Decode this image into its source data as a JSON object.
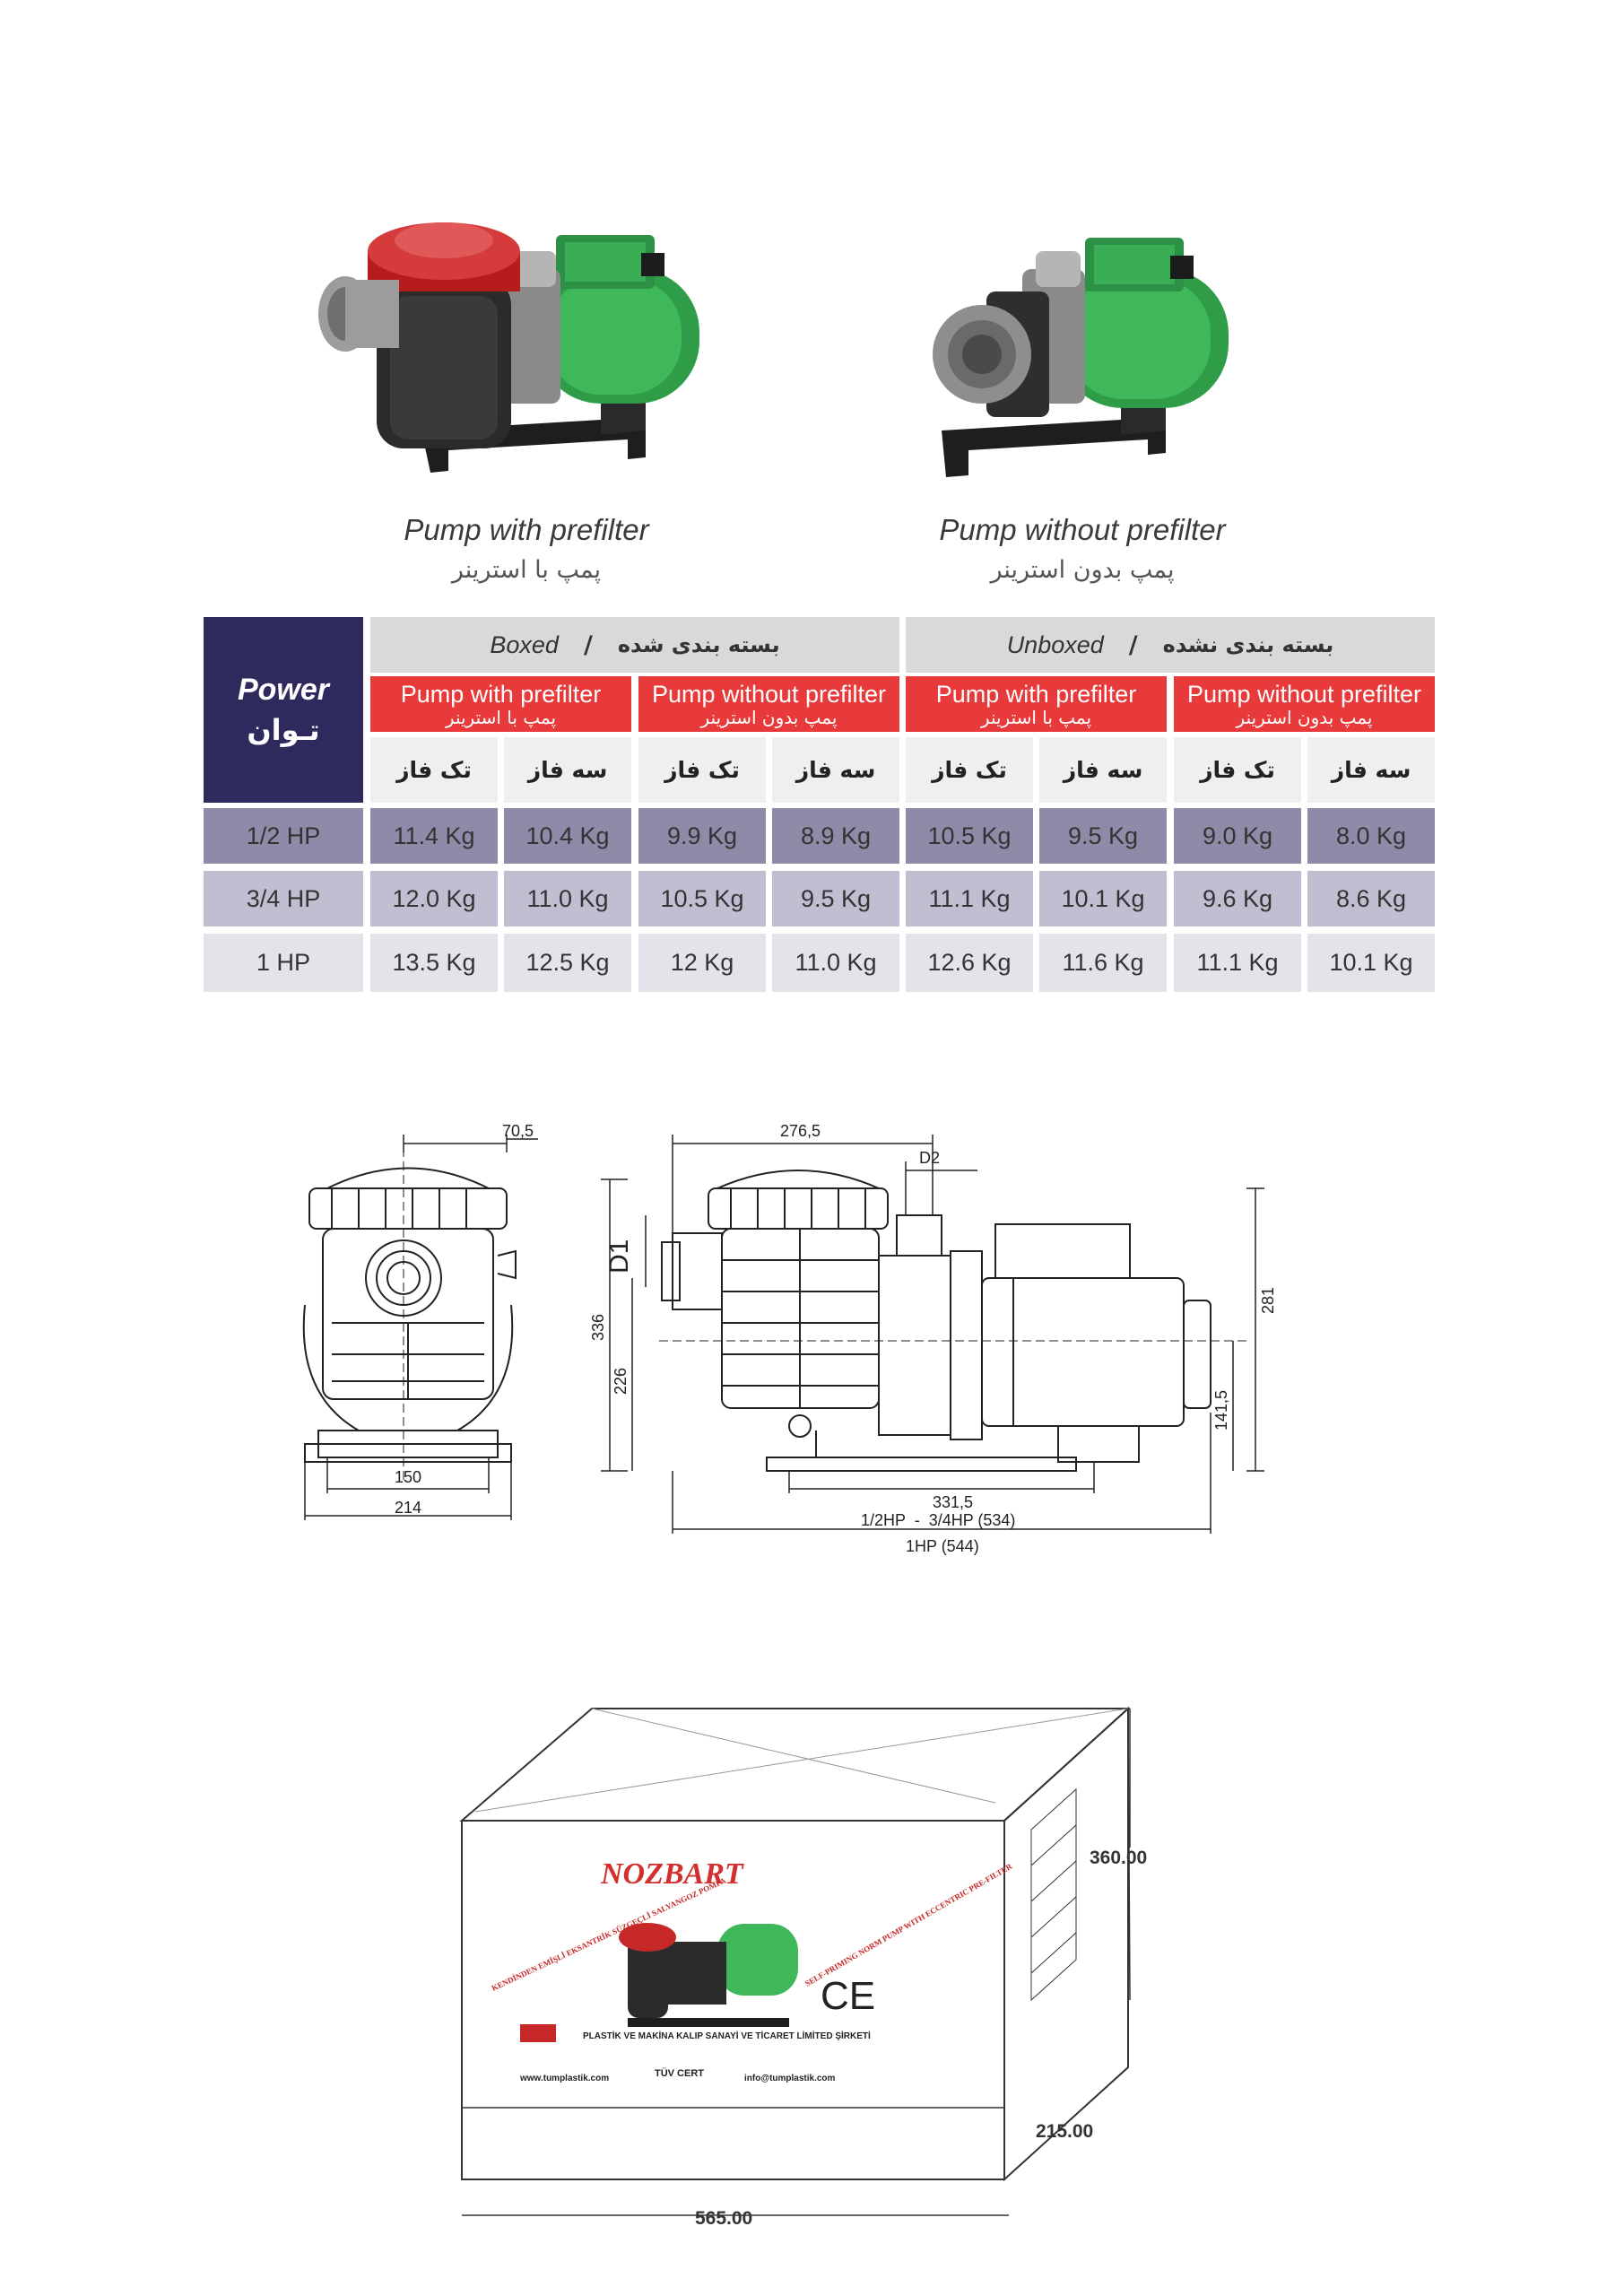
{
  "products": [
    {
      "caption_en": "Pump with prefilter",
      "caption_fa": "پمپ با استرینر"
    },
    {
      "caption_en": "Pump without prefilter",
      "caption_fa": "پمپ بدون استرینر"
    }
  ],
  "weight_table": {
    "power_label_en": "Power",
    "power_label_fa": "تـوان",
    "groups": [
      {
        "en": "Boxed",
        "sep": "/",
        "fa": "بسته بندی شده"
      },
      {
        "en": "Unboxed",
        "sep": "/",
        "fa": "بسته بندی نشده"
      }
    ],
    "subgroups": [
      {
        "en": "Pump with prefilter",
        "fa": "پمپ با استرینر"
      },
      {
        "en": "Pump without prefilter",
        "fa": "پمپ بدون استرینر"
      },
      {
        "en": "Pump with prefilter",
        "fa": "پمپ با استرینر"
      },
      {
        "en": "Pump without prefilter",
        "fa": "پمپ بدون استرینر"
      }
    ],
    "phases": [
      "تک فاز",
      "سه فاز",
      "تک فاز",
      "سه فاز",
      "تک فاز",
      "سه فاز",
      "تک فاز",
      "سه فاز"
    ],
    "rows": [
      {
        "power": "1/2 HP",
        "values": [
          "11.4 Kg",
          "10.4 Kg",
          "9.9 Kg",
          "8.9 Kg",
          "10.5 Kg",
          "9.5 Kg",
          "9.0 Kg",
          "8.0 Kg"
        ]
      },
      {
        "power": "3/4 HP",
        "values": [
          "12.0 Kg",
          "11.0 Kg",
          "10.5 Kg",
          "9.5 Kg",
          "11.1 Kg",
          "10.1 Kg",
          "9.6 Kg",
          "8.6 Kg"
        ]
      },
      {
        "power": "1 HP",
        "values": [
          "13.5 Kg",
          "12.5 Kg",
          "12 Kg",
          "11.0 Kg",
          "12.6 Kg",
          "11.6 Kg",
          "11.1 Kg",
          "10.1 Kg"
        ]
      }
    ]
  },
  "drawing": {
    "dims": {
      "d_70_5": "70,5",
      "d_276_5": "276,5",
      "d_D2": "D2",
      "d_D1": "D1",
      "d_336": "336",
      "d_226": "226",
      "d_281": "281",
      "d_141_5": "141,5",
      "d_150": "150",
      "d_214": "214",
      "d_331_5": "331,5",
      "d_len1": "1/2HP  -  3/4HP (534)",
      "d_len2": "1HP (544)"
    }
  },
  "box": {
    "height": "360.00",
    "depth": "215.00",
    "width": "565.00",
    "brand": "NOZBART",
    "ce": "CE",
    "company": "PLASTİK VE MAKİNA KALIP SANAYİ VE TİCARET LİMİTED ŞİRKETİ",
    "website": "www.tumplastik.com",
    "email": "info@tumplastik.com",
    "cert": "TÜV CERT",
    "left_text": "KENDİNDEN EMİŞLİ EKSANTRİK SÜZGEÇLİ SALYANGOZ POMPA",
    "right_text": "SELF-PRIMING NORM PUMP WITH ECCENTRIC PRE-FILTER"
  }
}
